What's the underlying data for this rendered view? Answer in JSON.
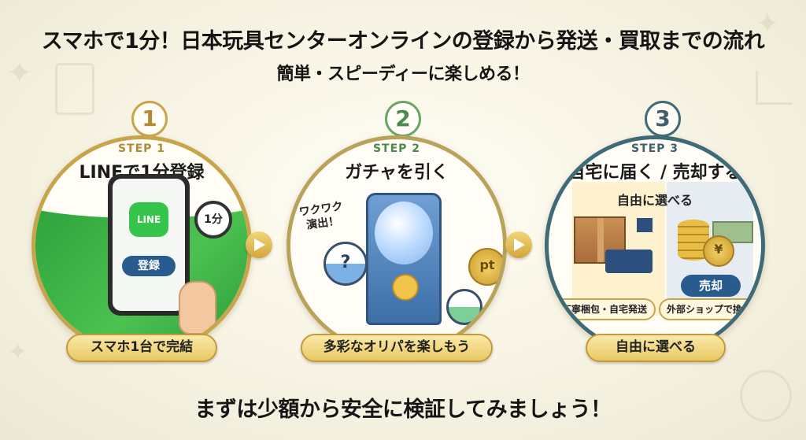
{
  "header": {
    "title": "スマホで1分！日本玩具センターオンラインの登録から発送・買取までの流れ",
    "subtitle": "簡単・スピーディーに楽しめる！"
  },
  "steps": [
    {
      "number": "1",
      "label": "STEP 1",
      "title": "LINEで1分登録",
      "pill": "スマホ1台で完結",
      "phone_logo": "LINE",
      "phone_button": "登録",
      "timer": "1分"
    },
    {
      "number": "2",
      "label": "STEP 2",
      "title": "ガチャを引く",
      "pill": "多彩なオリパを楽しもう",
      "effect_text": "ワクワク\n演出！",
      "capsule_mark": "?",
      "coin_text": "pt"
    },
    {
      "number": "3",
      "label": "STEP 3",
      "title": "自宅に届く / 売却する",
      "pill": "自由に選べる",
      "choice_heading": "自由に選べる",
      "sell_button": "売却",
      "yen_symbol": "¥",
      "option_left": "丁寧梱包・自宅発送",
      "option_right": "外部ショップで換金"
    }
  ],
  "footer": {
    "message": "まずは少額から安全に検証してみましょう！"
  },
  "colors": {
    "gold": "#c8a54a",
    "line_green": "#35c54a",
    "button_blue": "#2a5b8f"
  }
}
